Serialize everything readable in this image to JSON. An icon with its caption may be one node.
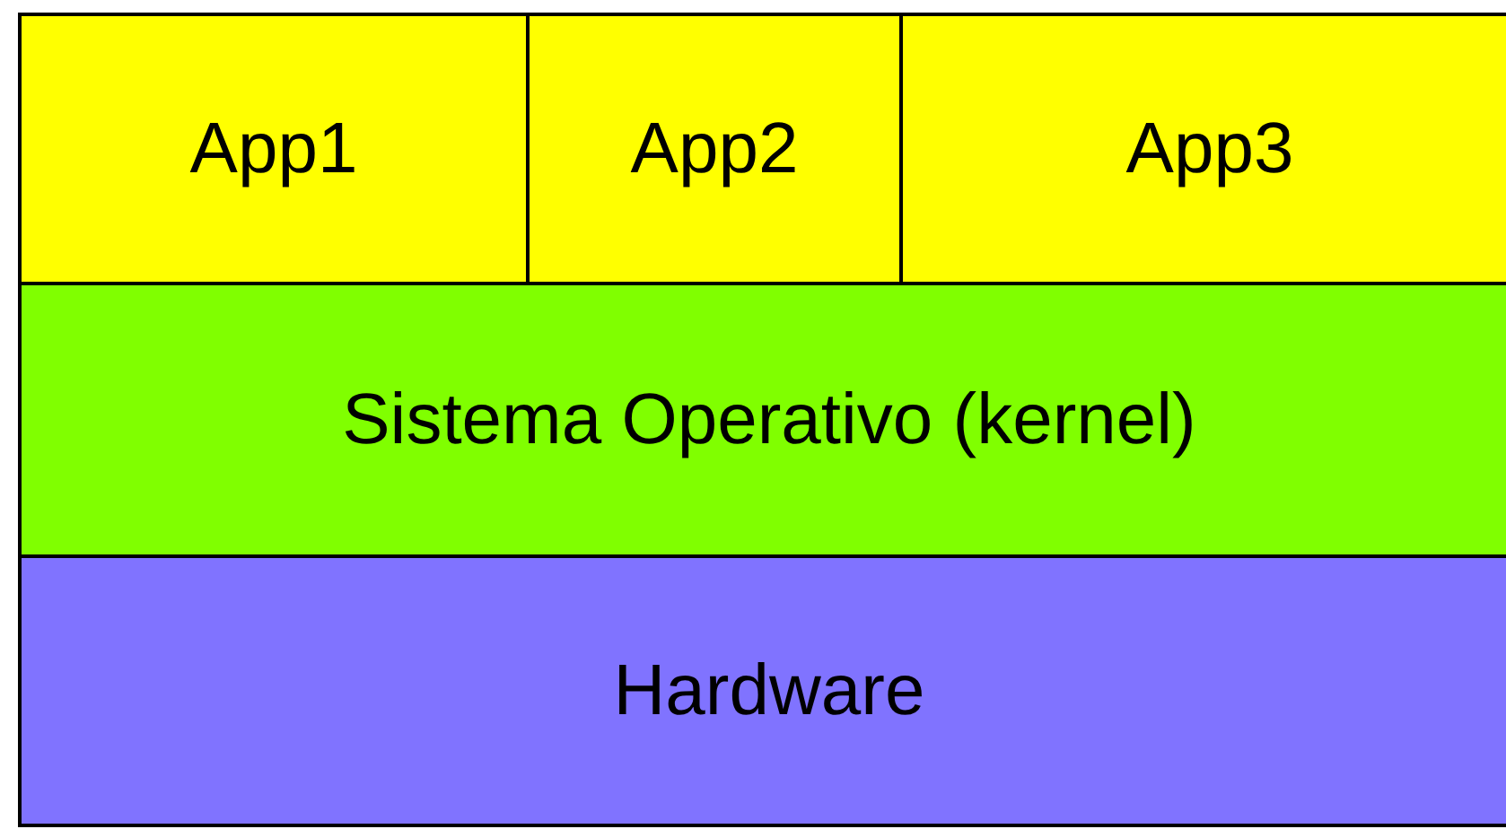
{
  "diagram": {
    "nodes": [
      {
        "text": [
          "App1"
        ]
      },
      {
        "text": [
          "App2"
        ]
      },
      {
        "text": [
          "App3"
        ]
      },
      {
        "text": [
          "Sistema Operativo (kernel)"
        ]
      },
      {
        "text": [
          "Hardware"
        ]
      }
    ]
  }
}
